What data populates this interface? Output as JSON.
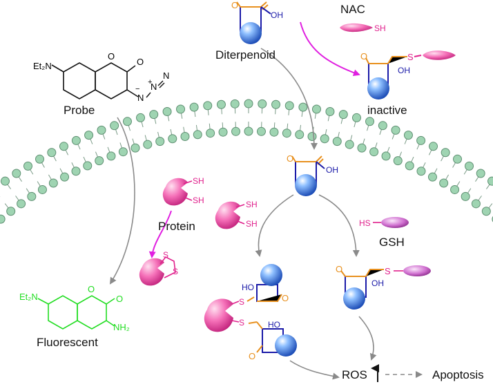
{
  "labels": {
    "nac": "NAC",
    "diterpenoid": "Diterpenoid",
    "inactive": "inactive",
    "probe": "Probe",
    "protein": "Protein",
    "gsh": "GSH",
    "fluorescent": "Fluorescent",
    "ros": "ROS",
    "apoptosis": "Apoptosis"
  },
  "atoms": {
    "o": "O",
    "oh": "OH",
    "ho": "HO",
    "sh": "SH",
    "hs": "HS",
    "s": "S",
    "n": "N",
    "nh2": "NH₂",
    "et2n": "Et₂N",
    "plus": "+",
    "minus": "−"
  },
  "colors": {
    "ketone": "#e8901e",
    "core": "#1a1aa8",
    "sphere": "#3c7fe0",
    "thiol": "#e0208c",
    "fluor": "#22dd22",
    "arrow_gray": "#8a8a8a",
    "arrow_magenta": "#e020e0",
    "lipid_head": "#9fd4b2",
    "protein_pink": "#f070b4"
  }
}
